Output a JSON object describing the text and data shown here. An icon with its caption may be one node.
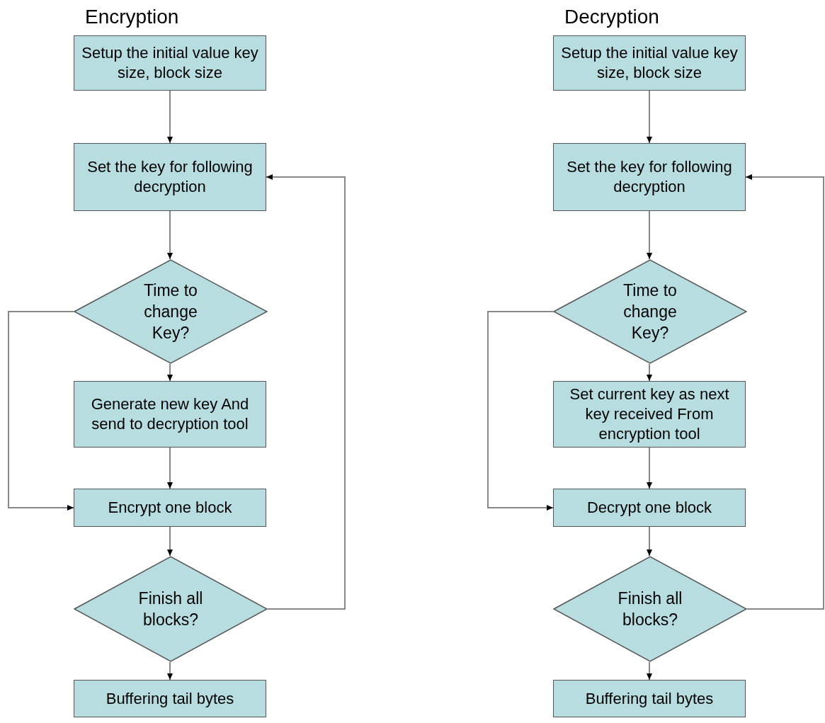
{
  "diagram": {
    "nodes": [
      {
        "text": [
          "Setup the initial value key size, block size"
        ]
      },
      {
        "text": [
          "Set the key for following decryption"
        ]
      },
      {
        "text": [
          "Time to change Key?"
        ]
      },
      {
        "text": [
          "Generate new key And send to decryption tool"
        ]
      },
      {
        "text": [
          "Encrypt one block"
        ]
      },
      {
        "text": [
          "Finish all blocks?"
        ]
      },
      {
        "text": [
          "Buffering tail bytes"
        ]
      },
      {
        "text": [
          "Setup the initial value key size, block size"
        ]
      },
      {
        "text": [
          "Set the key for following decryption"
        ]
      },
      {
        "text": [
          "Time to change Key?"
        ]
      },
      {
        "text": [
          "Set current key as next key received From encryption tool"
        ]
      },
      {
        "text": [
          "Decrypt one block"
        ]
      },
      {
        "text": [
          "Finish all blocks?"
        ]
      },
      {
        "text": [
          "Buffering tail bytes"
        ]
      }
    ],
    "edges": [
      {
        "from": 0,
        "to": 1,
        "arrow": "to"
      },
      {
        "from": 1,
        "to": 2,
        "arrow": "to"
      },
      {
        "from": 2,
        "to": 3,
        "arrow": "to"
      },
      {
        "from": 3,
        "to": 4,
        "arrow": "to"
      },
      {
        "from": 2,
        "to": 4,
        "arrow": "to"
      },
      {
        "from": 4,
        "to": 5,
        "arrow": "to"
      },
      {
        "from": 5,
        "to": 6,
        "arrow": "to"
      },
      {
        "from": 5,
        "to": 1,
        "arrow": "to"
      },
      {
        "from": 7,
        "to": 8,
        "arrow": "to"
      },
      {
        "from": 8,
        "to": 9,
        "arrow": "to"
      },
      {
        "from": 9,
        "to": 10,
        "arrow": "to"
      },
      {
        "from": 10,
        "to": 11,
        "arrow": "to"
      },
      {
        "from": 9,
        "to": 11,
        "arrow": "to"
      },
      {
        "from": 11,
        "to": 12,
        "arrow": "to"
      },
      {
        "from": 12,
        "to": 13,
        "arrow": "to"
      },
      {
        "from": 12,
        "to": 8,
        "arrow": "to"
      }
    ],
    "labels": [
      "Encryption",
      "Decryption"
    ]
  }
}
